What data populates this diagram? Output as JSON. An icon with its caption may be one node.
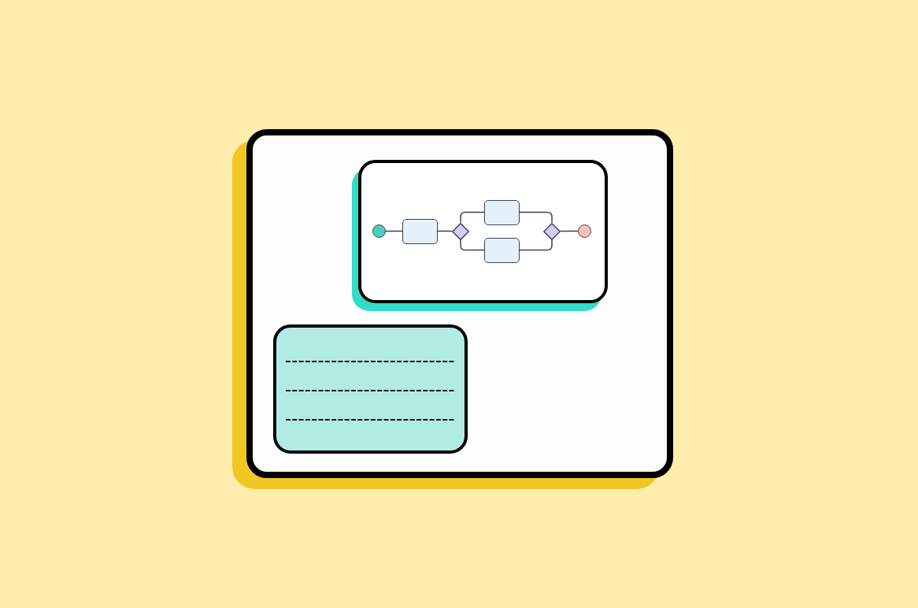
{
  "diagram": {
    "nodes": [
      {
        "text": [],
        "shape": "box"
      },
      {
        "text": [],
        "shape": "box",
        "in": 0
      },
      {
        "text": [],
        "shape": "circle",
        "in": 1
      },
      {
        "text": [],
        "shape": "box",
        "in": 1
      },
      {
        "text": [],
        "shape": "diamond",
        "in": 1
      },
      {
        "text": [],
        "shape": "box",
        "in": 1
      },
      {
        "text": [],
        "shape": "box",
        "in": 1
      },
      {
        "text": [],
        "shape": "diamond",
        "in": 1
      },
      {
        "text": [],
        "shape": "circle",
        "in": 1
      },
      {
        "text": [],
        "shape": "box",
        "in": 0
      }
    ],
    "edges": [
      {
        "from": 2,
        "to": 3,
        "arrow": "none"
      },
      {
        "from": 3,
        "to": 4,
        "arrow": "none"
      },
      {
        "from": 4,
        "to": 5,
        "arrow": "none"
      },
      {
        "from": 4,
        "to": 6,
        "arrow": "none"
      },
      {
        "from": 5,
        "to": 7,
        "arrow": "none"
      },
      {
        "from": 6,
        "to": 7,
        "arrow": "none"
      },
      {
        "from": 7,
        "to": 8,
        "arrow": "none"
      }
    ]
  }
}
